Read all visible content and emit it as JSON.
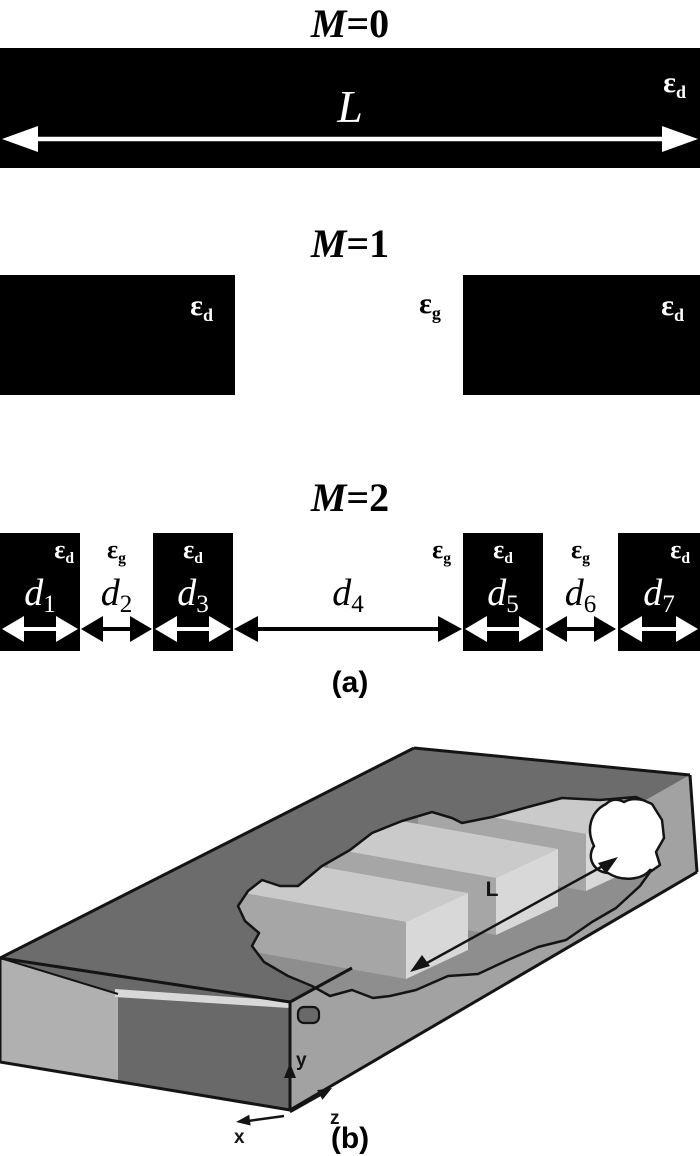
{
  "figure": {
    "panel_a": {
      "caption": "(a)",
      "m0": {
        "title_var": "M",
        "title_eq": "=0",
        "eps_sym": "ε",
        "eps_sub": "d",
        "length_sym": "L"
      },
      "m1": {
        "title_var": "M",
        "title_eq": "=1",
        "eps_left_sym": "ε",
        "eps_left_sub": "d",
        "eps_gap_sym": "ε",
        "eps_gap_sub": "g",
        "eps_right_sym": "ε",
        "eps_right_sub": "d"
      },
      "m2": {
        "title_var": "M",
        "title_eq": "=2",
        "segments": [
          {
            "kind": "dielectric",
            "eps_sym": "ε",
            "eps_sub": "d",
            "d_sym": "d",
            "d_sub": "1"
          },
          {
            "kind": "gap",
            "eps_sym": "ε",
            "eps_sub": "g",
            "d_sym": "d",
            "d_sub": "2"
          },
          {
            "kind": "dielectric",
            "eps_sym": "ε",
            "eps_sub": "d",
            "d_sym": "d",
            "d_sub": "3"
          },
          {
            "kind": "gap",
            "eps_sym": "ε",
            "eps_sub": "g",
            "d_sym": "d",
            "d_sub": "4"
          },
          {
            "kind": "dielectric",
            "eps_sym": "ε",
            "eps_sub": "d",
            "d_sym": "d",
            "d_sub": "5"
          },
          {
            "kind": "gap",
            "eps_sym": "ε",
            "eps_sub": "g",
            "d_sym": "d",
            "d_sub": "6"
          },
          {
            "kind": "dielectric",
            "eps_sym": "ε",
            "eps_sub": "d",
            "d_sym": "d",
            "d_sub": "7"
          }
        ]
      }
    },
    "panel_b": {
      "caption": "(b)",
      "length_label": "L",
      "axes": {
        "x": "x",
        "y": "y",
        "z": "z"
      }
    },
    "colors": {
      "ink": "#000000",
      "slab_fill": "#000000",
      "label_on_slab": "#ffffff",
      "top_face": "#6c6c6c",
      "side_face": "#a2a2a2",
      "interior_floor": "#8e8e8e",
      "inner_wall": "#b0b0b0",
      "inner_highlight": "#d8d8d8",
      "bar_top": "#cacaca",
      "bar_flank": "#a6a6a6",
      "bar_end": "#d8d8d8"
    }
  }
}
